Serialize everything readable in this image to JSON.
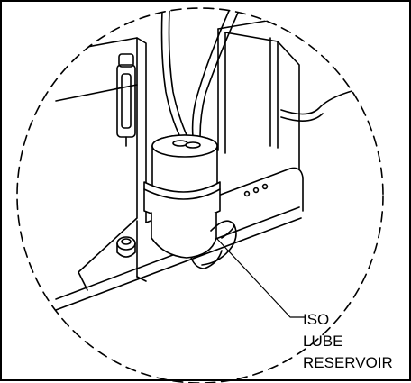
{
  "callout": {
    "line1": "ISO",
    "line2": "LUBE",
    "line3": "RESERVOIR"
  }
}
